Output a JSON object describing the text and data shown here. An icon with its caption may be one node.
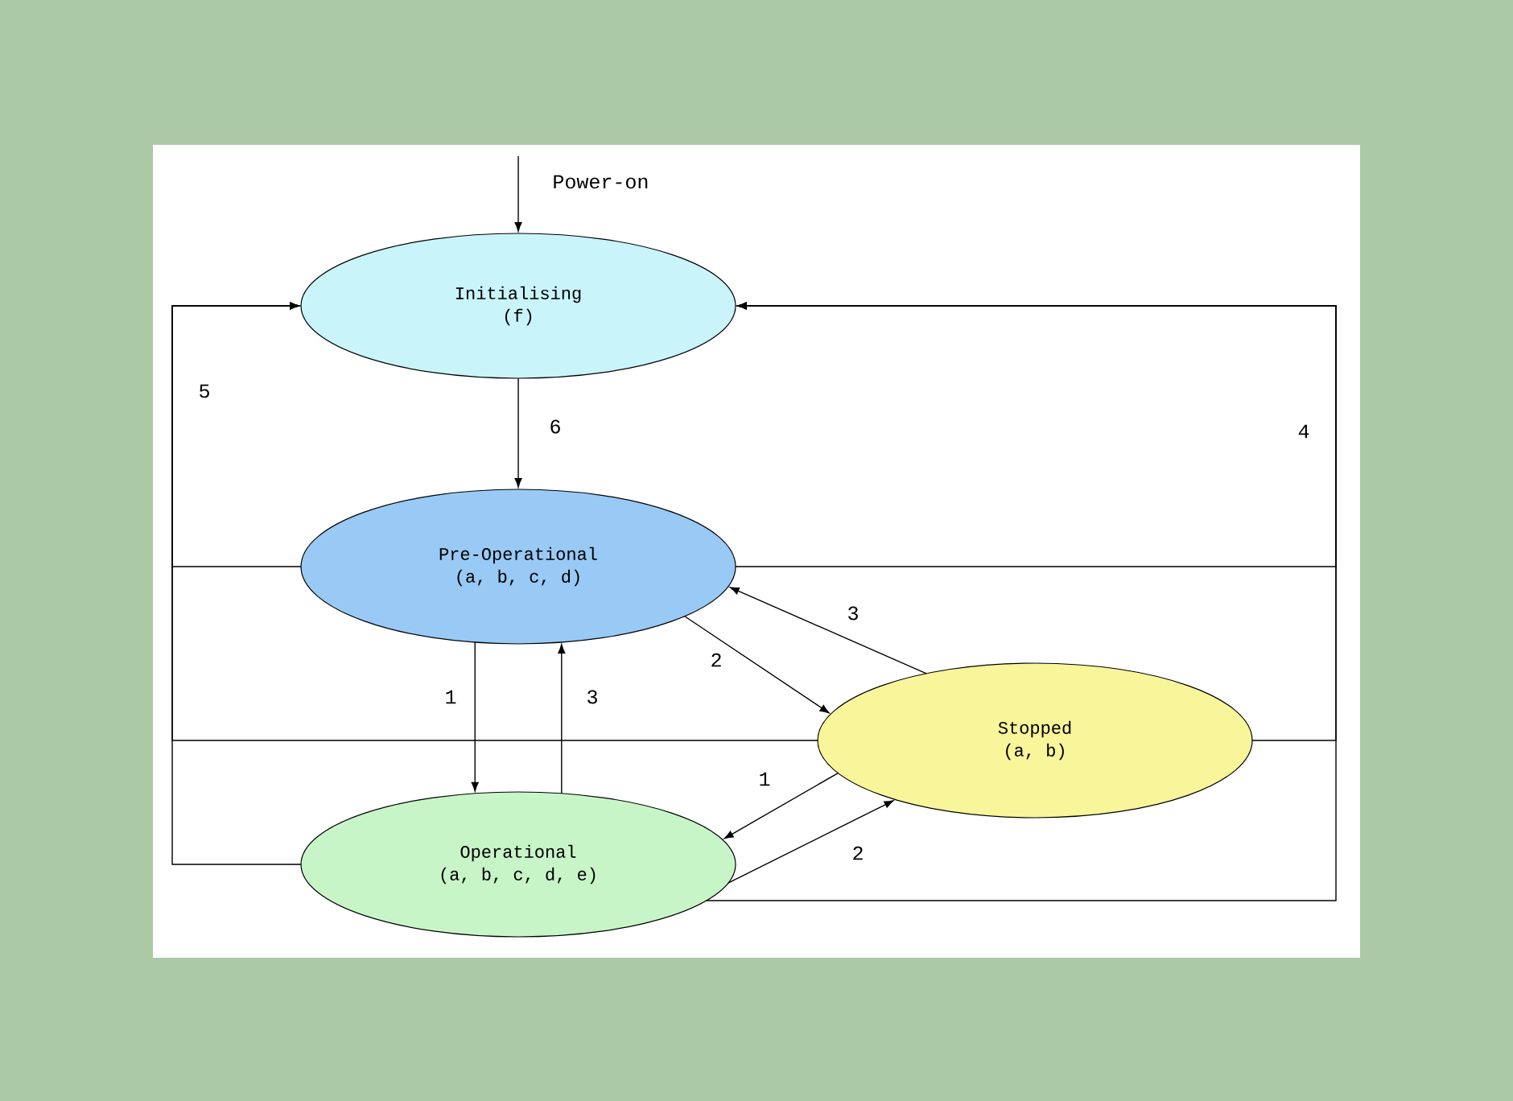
{
  "diagram": {
    "nodes": [
      {
        "text": [
          "Initialising",
          "(f)"
        ]
      },
      {
        "text": [
          "Pre-Operational",
          "(a, b, c, d)"
        ]
      },
      {
        "text": [
          "Stopped",
          "(a, b)"
        ]
      },
      {
        "text": [
          "Operational",
          "(a, b, c, d, e)"
        ]
      }
    ],
    "edges": [
      {
        "from": null,
        "to": 0,
        "arrow": "to",
        "label": "Power-on"
      },
      {
        "from": 0,
        "to": 1,
        "arrow": "to",
        "label": "6"
      },
      {
        "from": 1,
        "to": 3,
        "arrow": "to",
        "label": "1"
      },
      {
        "from": 3,
        "to": 1,
        "arrow": "to",
        "label": "3"
      },
      {
        "from": 1,
        "to": 2,
        "arrow": "to",
        "label": "2"
      },
      {
        "from": 2,
        "to": 1,
        "arrow": "to",
        "label": "3"
      },
      {
        "from": 2,
        "to": 3,
        "arrow": "to",
        "label": "1"
      },
      {
        "from": 3,
        "to": 2,
        "arrow": "to",
        "label": "2"
      },
      {
        "from": 1,
        "to": 0,
        "arrow": "to",
        "label": "5"
      },
      {
        "from": 3,
        "to": 0,
        "arrow": "to"
      },
      {
        "from": 2,
        "to": 0,
        "arrow": "to"
      },
      {
        "from": 1,
        "to": 0,
        "arrow": "to",
        "label": "4"
      },
      {
        "from": 2,
        "to": 0,
        "arrow": "to"
      },
      {
        "from": 3,
        "to": 0,
        "arrow": "to"
      }
    ]
  }
}
